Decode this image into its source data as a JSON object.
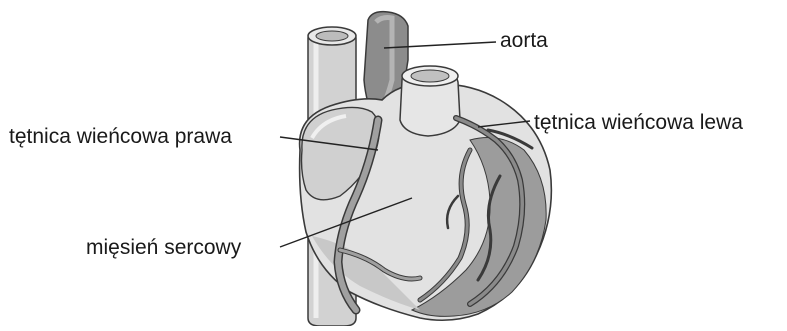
{
  "diagram": {
    "labels": {
      "aorta": "aorta",
      "left_coronary": "tętnica wieńcowa lewa",
      "right_coronary": "tętnica wieńcowa prawa",
      "heart_muscle": "mięsień sercowy"
    },
    "colors": {
      "outline": "#3a3a3a",
      "muscle_light": "#e6e6e6",
      "muscle_mid": "#c4c4c4",
      "vessel_dark": "#8c8c8c",
      "vessel_mid": "#a8a8a8",
      "leader_line": "#222222"
    }
  }
}
